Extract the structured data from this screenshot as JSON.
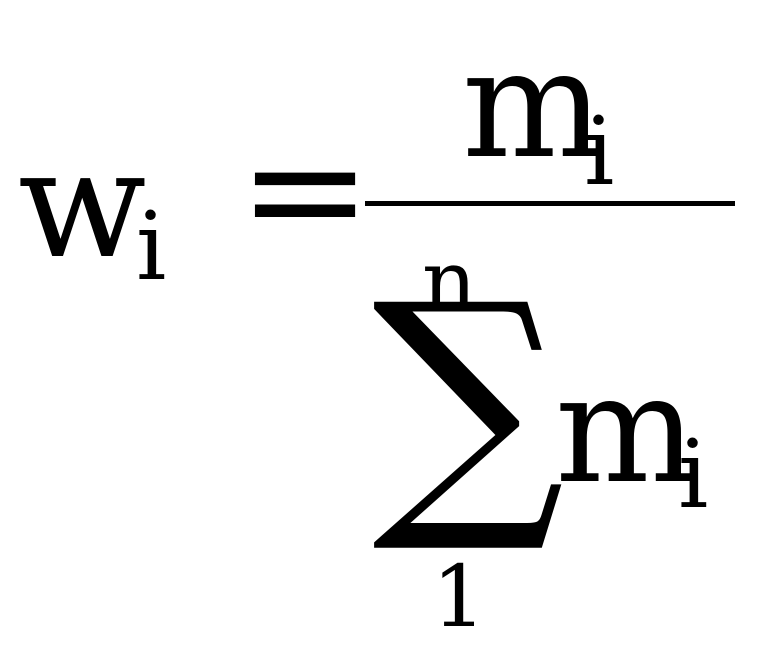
{
  "formula": {
    "lhs": {
      "base": "w",
      "subscript": "i"
    },
    "relation": "=",
    "numerator": {
      "base": "m",
      "subscript": "i"
    },
    "denominator": {
      "operator": "∑",
      "upper_limit": "n",
      "lower_limit": "1",
      "base": "m",
      "subscript": "i"
    }
  }
}
